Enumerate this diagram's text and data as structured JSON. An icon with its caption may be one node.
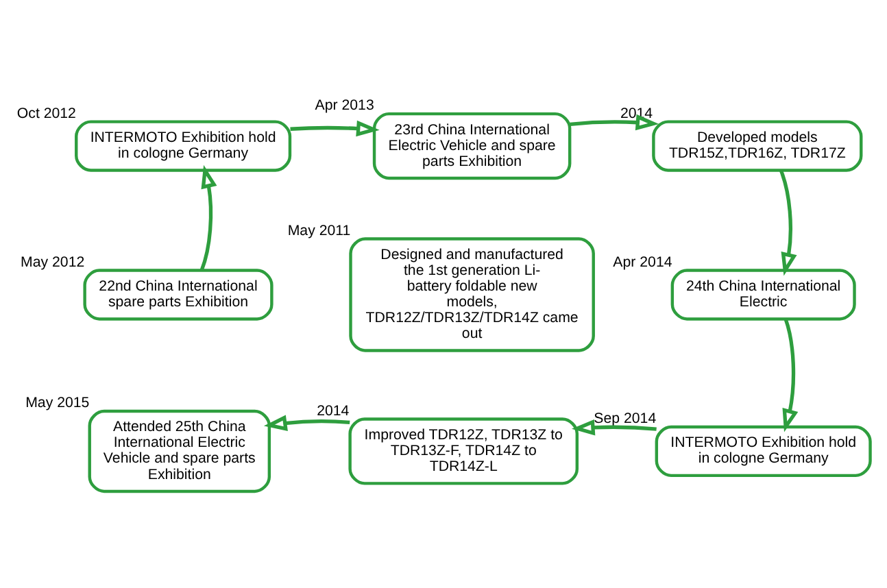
{
  "diagram": {
    "nodes": [
      {
        "text": [
          "INTERMOTO Exhibition hold in cologne Germany"
        ],
        "beside": [
          "Oct 2012"
        ]
      },
      {
        "text": [
          "23rd China International Electric Vehicle and spare parts Exhibition"
        ],
        "beside": [
          "Apr 2013"
        ]
      },
      {
        "text": [
          "Developed models TDR15Z,TDR16Z, TDR17Z"
        ],
        "beside": [
          "2014"
        ]
      },
      {
        "text": [
          "22nd China International spare parts Exhibition"
        ],
        "beside": [
          "May 2012"
        ]
      },
      {
        "text": [
          "Designed and manufactured the 1st generation Li-battery foldable new models, TDR12Z/TDR13Z/TDR14Z came out"
        ],
        "beside": [
          "May 2011"
        ]
      },
      {
        "text": [
          "24th China International Electric"
        ],
        "beside": [
          "Apr 2014"
        ]
      },
      {
        "text": [
          "Attended 25th China International Electric Vehicle and spare parts Exhibition"
        ],
        "beside": [
          "May 2015"
        ]
      },
      {
        "text": [
          "Improved TDR12Z, TDR13Z to TDR13Z-F, TDR14Z to TDR14Z-L"
        ],
        "beside": [
          "2014"
        ]
      },
      {
        "text": [
          "INTERMOTO Exhibition hold in cologne Germany"
        ],
        "beside": [
          "Sep 2014"
        ]
      }
    ],
    "edges": [
      {
        "from": 3,
        "to": 0,
        "arrow": "to"
      },
      {
        "from": 0,
        "to": 1,
        "arrow": "to"
      },
      {
        "from": 1,
        "to": 2,
        "arrow": "to"
      },
      {
        "from": 2,
        "to": 5,
        "arrow": "to"
      },
      {
        "from": 5,
        "to": 8,
        "arrow": "to"
      },
      {
        "from": 8,
        "to": 7,
        "arrow": "to"
      },
      {
        "from": 7,
        "to": 6,
        "arrow": "to"
      }
    ]
  }
}
